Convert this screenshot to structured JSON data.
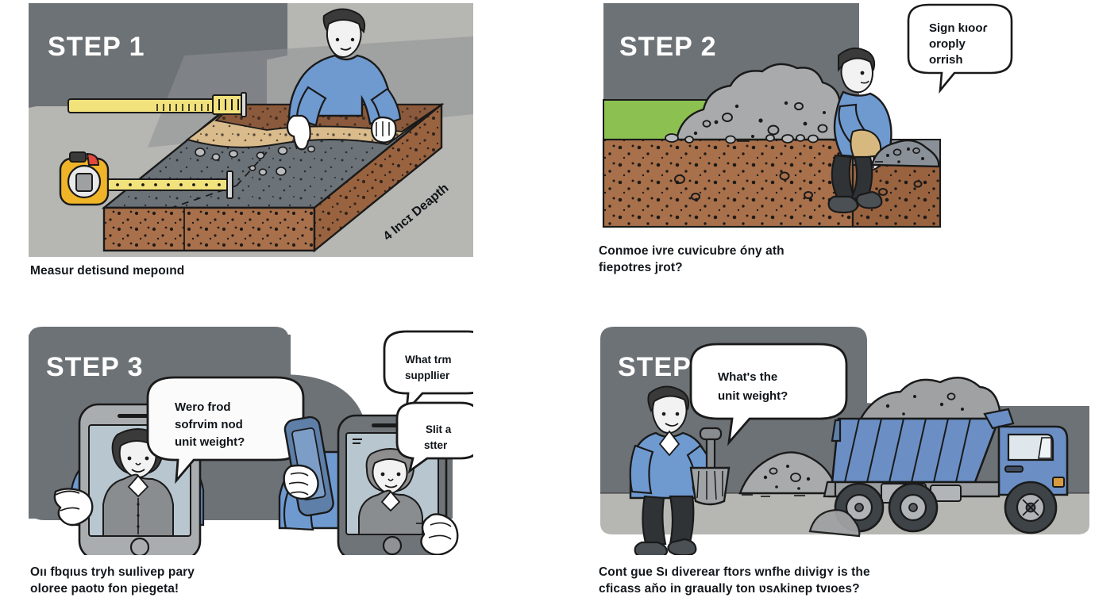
{
  "page": {
    "title": "Gravel Estimation Steps Illustration",
    "background": "#ffffff",
    "panel_count": 4
  },
  "colors": {
    "panel_gray": "#6d7276",
    "panel_gray_dark": "#5f6468",
    "ground_light": "#b6b6b2",
    "grass_green": "#8cc152",
    "soil_brown": "#a9714b",
    "soil_brown_dark": "#9a6340",
    "sand_tan": "#d9bb8c",
    "gravel_gray": "#6b7278",
    "rock_gray": "#a9aaab",
    "shirt_blue": "#6f9ad0",
    "truck_blue": "#6b8fc4",
    "tape_yellow": "#f2e27c",
    "tape_case": "#f0b429",
    "tape_red": "#e2483c",
    "outline": "#1a1a1a",
    "text_dark": "#14181c",
    "bubble_white": "#ffffff",
    "phone_body": "#a9adb0",
    "phone_screen": "#b7c6cf",
    "skin": "#f2f2f2"
  },
  "panels": [
    {
      "id": "panel-1",
      "step_label": "STEP 1",
      "caption": "Measur detisund mepoınd",
      "annotation": "4 Incɪ Deapth",
      "icons": [
        "tape-measure-icon",
        "measuring-tape-reel-icon",
        "soil-block-icon",
        "person-measuring-icon"
      ],
      "scene_description": "Person kneeling over a layered soil cross-section block with two tape measures"
    },
    {
      "id": "panel-2",
      "step_label": "STEP 2",
      "caption": "Conmoe ivre cuvicubre óny ath\nfiepotres jrot?",
      "speech_bubbles": [
        {
          "name": "gravel-pile-bubble",
          "text": "Sign kıooɾ\noroply\norrish"
        }
      ],
      "icons": [
        "gravel-pile-icon",
        "person-spreading-icon",
        "grass-layer-icon",
        "soil-layer-icon"
      ],
      "scene_description": "Person spreading a gravel pile onto a grass-and-soil cross section"
    },
    {
      "id": "panel-3",
      "step_label": "STEP 3",
      "caption": "Oıı fbqıus tryh suılivep pary\noloree paotʋ fon piegeta!",
      "speech_bubbles": [
        {
          "name": "left-phone-bubble",
          "text": "Wero frod\nsofrvim nod\nunit weight?"
        },
        {
          "name": "supplier-bubble",
          "text": "What tɾm\nsupplIier"
        },
        {
          "name": "small-reply-bubble",
          "text": "SIit a\nstter"
        }
      ],
      "icons": [
        "smartphone-icon",
        "person-on-video-call-icon",
        "person-holding-phone-icon"
      ],
      "scene_description": "Two people on smartphones asking a supplier about unit weight"
    },
    {
      "id": "panel-4",
      "step_label": "STEP",
      "caption": "Cont gue Sı diverear ftors wnfhe dıivigʏ is the\ncficass aňo in graually ton ʋsʌkinep tvıoes?",
      "speech_bubbles": [
        {
          "name": "worker-bubble",
          "text": "What's the\nunit weight?"
        }
      ],
      "icons": [
        "person-with-shovel-icon",
        "gravel-pile-icon",
        "dump-truck-icon"
      ],
      "scene_description": "Worker with a shovel beside a gravel pile and a loaded blue dump truck"
    }
  ]
}
